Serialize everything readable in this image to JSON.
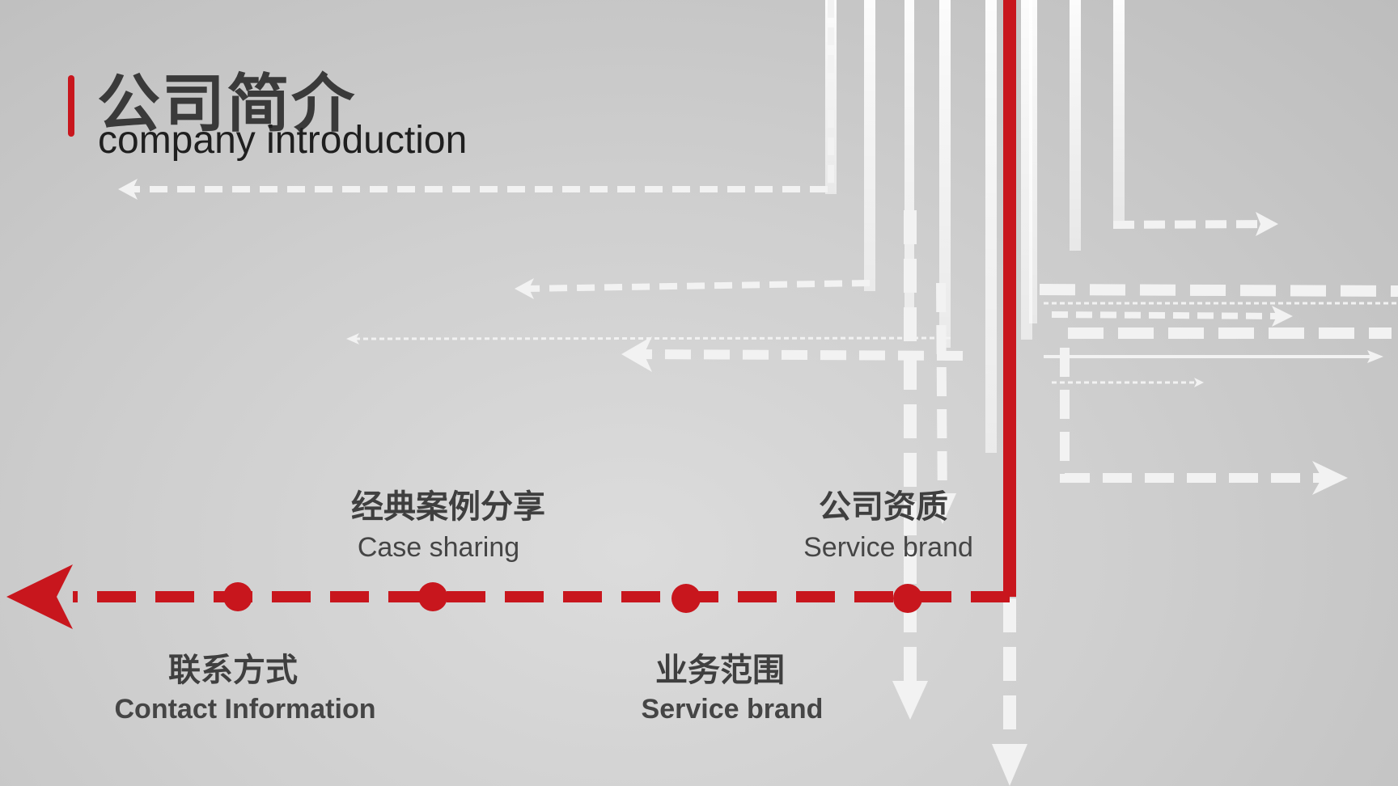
{
  "header": {
    "title_zh": "公司简介",
    "title_en": "company introduction"
  },
  "nodes": [
    {
      "zh": "经典案例分享",
      "en": "Case sharing"
    },
    {
      "zh": "公司资质",
      "en": "Service brand"
    },
    {
      "zh": "联系方式",
      "en": "Contact Information"
    },
    {
      "zh": "业务范围",
      "en": "Service brand"
    }
  ],
  "colors": {
    "accent": "#c8161d",
    "text_dark": "#3a3a3a",
    "arrow_light": "#f2f2f2"
  }
}
